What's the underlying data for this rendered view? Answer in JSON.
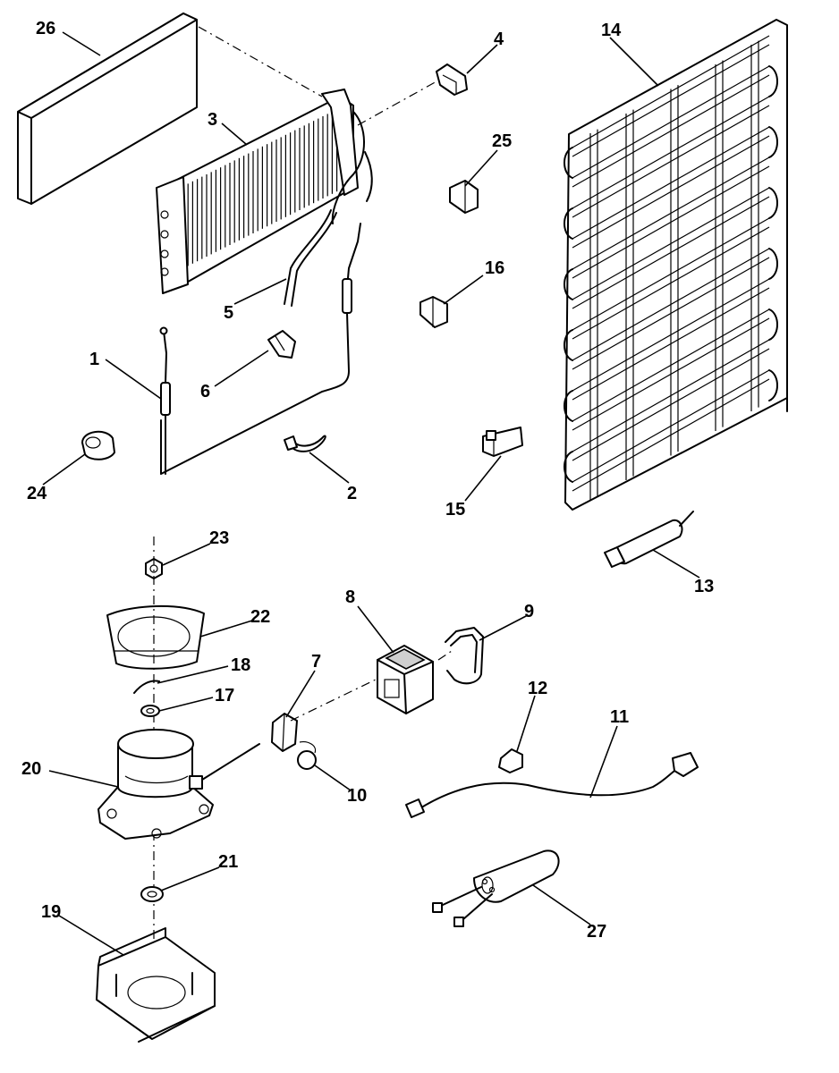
{
  "diagram": {
    "callouts": [
      {
        "id": "26",
        "text": "26"
      },
      {
        "id": "3",
        "text": "3"
      },
      {
        "id": "4",
        "text": "4"
      },
      {
        "id": "25",
        "text": "25"
      },
      {
        "id": "14",
        "text": "14"
      },
      {
        "id": "16",
        "text": "16"
      },
      {
        "id": "5",
        "text": "5"
      },
      {
        "id": "1",
        "text": "1"
      },
      {
        "id": "6",
        "text": "6"
      },
      {
        "id": "24",
        "text": "24"
      },
      {
        "id": "2",
        "text": "2"
      },
      {
        "id": "15",
        "text": "15"
      },
      {
        "id": "13",
        "text": "13"
      },
      {
        "id": "23",
        "text": "23"
      },
      {
        "id": "22",
        "text": "22"
      },
      {
        "id": "8",
        "text": "8"
      },
      {
        "id": "9",
        "text": "9"
      },
      {
        "id": "18",
        "text": "18"
      },
      {
        "id": "7",
        "text": "7"
      },
      {
        "id": "17",
        "text": "17"
      },
      {
        "id": "12",
        "text": "12"
      },
      {
        "id": "11",
        "text": "11"
      },
      {
        "id": "20",
        "text": "20"
      },
      {
        "id": "10",
        "text": "10"
      },
      {
        "id": "21",
        "text": "21"
      },
      {
        "id": "19",
        "text": "19"
      },
      {
        "id": "27",
        "text": "27"
      }
    ]
  }
}
